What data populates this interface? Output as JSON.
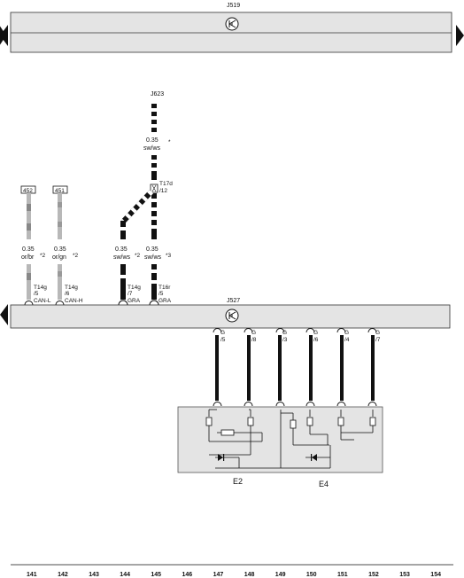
{
  "units": {
    "j519": "J519",
    "j623": "J623",
    "j527": "J527",
    "e2": "E2",
    "e4": "E4"
  },
  "connectors": {
    "c452": "452",
    "c451": "451",
    "t17d": "T17d",
    "t17d_pin": "/12"
  },
  "wires": [
    {
      "size": "0.35",
      "color": "or/br",
      "note": "*2",
      "pin_conn": "T14g",
      "pin_no": "/5",
      "signal": "CAN-L"
    },
    {
      "size": "0.35",
      "color": "or/gn",
      "note": "*2",
      "pin_conn": "T14g",
      "pin_no": "/6",
      "signal": "CAN-H"
    },
    {
      "size": "0.35",
      "color": "sw/ws",
      "note": "*2",
      "pin_conn": "T14g",
      "pin_no": "/7",
      "signal": "GRA"
    },
    {
      "size": "0.35",
      "color": "sw/ws",
      "note": "*3",
      "pin_conn": "T16r",
      "pin_no": "/5",
      "signal": "GRA"
    }
  ],
  "top_wire": {
    "size": "0.35",
    "color": "sw/ws",
    "note": "*"
  },
  "g_pins": [
    {
      "conn": "G",
      "pin": "/5"
    },
    {
      "conn": "G",
      "pin": "/8"
    },
    {
      "conn": "G",
      "pin": "/3"
    },
    {
      "conn": "G",
      "pin": "/6"
    },
    {
      "conn": "G",
      "pin": "/4"
    },
    {
      "conn": "G",
      "pin": "/7"
    }
  ],
  "grid_numbers": [
    "141",
    "142",
    "143",
    "144",
    "145",
    "146",
    "147",
    "148",
    "149",
    "150",
    "151",
    "152",
    "153",
    "154"
  ],
  "colors": {
    "bar_fill": "#e4e4e4",
    "box_fill": "#e4e4e4",
    "wire_black": "#111111",
    "wire_gray": "#9a9a9a"
  }
}
